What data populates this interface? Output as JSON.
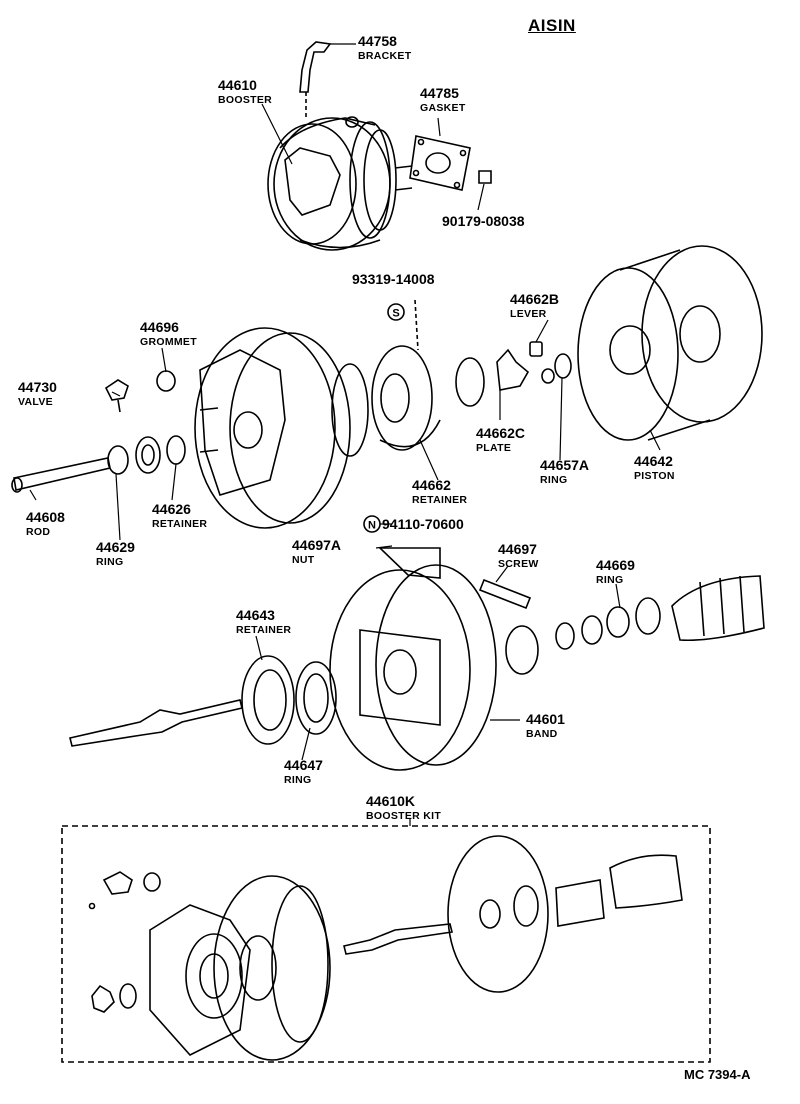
{
  "brand": "AISIN",
  "diagram_code": "MC  7394-A",
  "parts": [
    {
      "id": "bracket",
      "number": "44758",
      "name": "BRACKET"
    },
    {
      "id": "booster",
      "number": "44610",
      "name": "BOOSTER"
    },
    {
      "id": "gasket",
      "number": "44785",
      "name": "GASKET"
    },
    {
      "id": "nut-90179",
      "number": "90179-08038",
      "name": ""
    },
    {
      "id": "snap-93319",
      "number": "93319-14008",
      "name": ""
    },
    {
      "id": "lever",
      "number": "44662B",
      "name": "LEVER"
    },
    {
      "id": "grommet",
      "number": "44696",
      "name": "GROMMET"
    },
    {
      "id": "valve",
      "number": "44730",
      "name": "VALVE"
    },
    {
      "id": "plate",
      "number": "44662C",
      "name": "PLATE"
    },
    {
      "id": "ring-44657a",
      "number": "44657A",
      "name": "RING"
    },
    {
      "id": "piston",
      "number": "44642",
      "name": "PISTON"
    },
    {
      "id": "retainer-44662",
      "number": "44662",
      "name": "RETAINER"
    },
    {
      "id": "rod",
      "number": "44608",
      "name": "ROD"
    },
    {
      "id": "retainer-44626",
      "number": "44626",
      "name": "RETAINER"
    },
    {
      "id": "ring-44629",
      "number": "44629",
      "name": "RING"
    },
    {
      "id": "nut-94110",
      "number": "94110-70600",
      "name": ""
    },
    {
      "id": "nut-44697a",
      "number": "44697A",
      "name": "NUT"
    },
    {
      "id": "screw",
      "number": "44697",
      "name": "SCREW"
    },
    {
      "id": "ring-44669",
      "number": "44669",
      "name": "RING"
    },
    {
      "id": "retainer-44643",
      "number": "44643",
      "name": "RETAINER"
    },
    {
      "id": "band",
      "number": "44601",
      "name": "BAND"
    },
    {
      "id": "ring-44647",
      "number": "44647",
      "name": "RING"
    },
    {
      "id": "booster-kit",
      "number": "44610K",
      "name": "BOOSTER KIT"
    }
  ],
  "markers": {
    "s": "S",
    "n": "N"
  }
}
